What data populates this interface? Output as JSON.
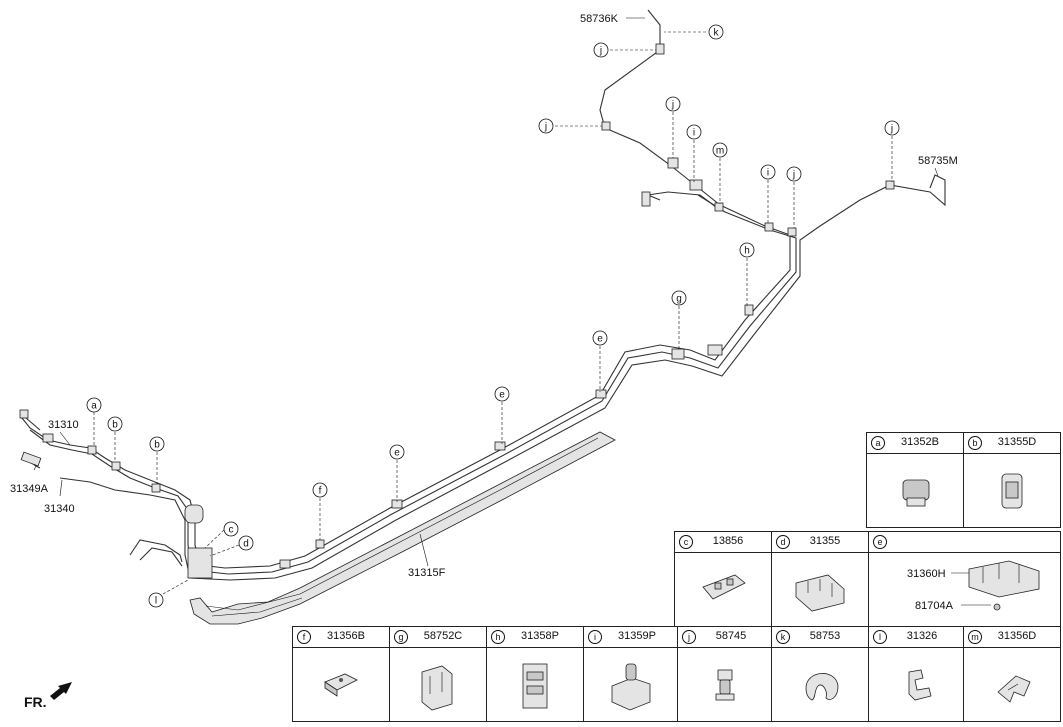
{
  "callouts": {
    "a": "a",
    "b": "b",
    "c": "c",
    "d": "d",
    "e": "e",
    "f": "f",
    "g": "g",
    "h": "h",
    "i": "i",
    "j": "j",
    "k": "k",
    "l": "l",
    "m": "m"
  },
  "labels": {
    "p31310": "31310",
    "p31349A": "31349A",
    "p31340": "31340",
    "p31315F": "31315F",
    "p58736K": "58736K",
    "p58735M": "58735M",
    "p31360H": "31360H",
    "p81704A": "81704A"
  },
  "parts_table": [
    {
      "key": "a",
      "part": "31352B"
    },
    {
      "key": "b",
      "part": "31355D"
    },
    {
      "key": "c",
      "part": "13856"
    },
    {
      "key": "d",
      "part": "31355"
    },
    {
      "key": "e",
      "part": ""
    },
    {
      "key": "f",
      "part": "31356B"
    },
    {
      "key": "g",
      "part": "58752C"
    },
    {
      "key": "h",
      "part": "31358P"
    },
    {
      "key": "i",
      "part": "31359P"
    },
    {
      "key": "j",
      "part": "58745"
    },
    {
      "key": "k",
      "part": "58753"
    },
    {
      "key": "l",
      "part": "31326"
    },
    {
      "key": "m",
      "part": "31356D"
    }
  ],
  "direction_label": "FR."
}
